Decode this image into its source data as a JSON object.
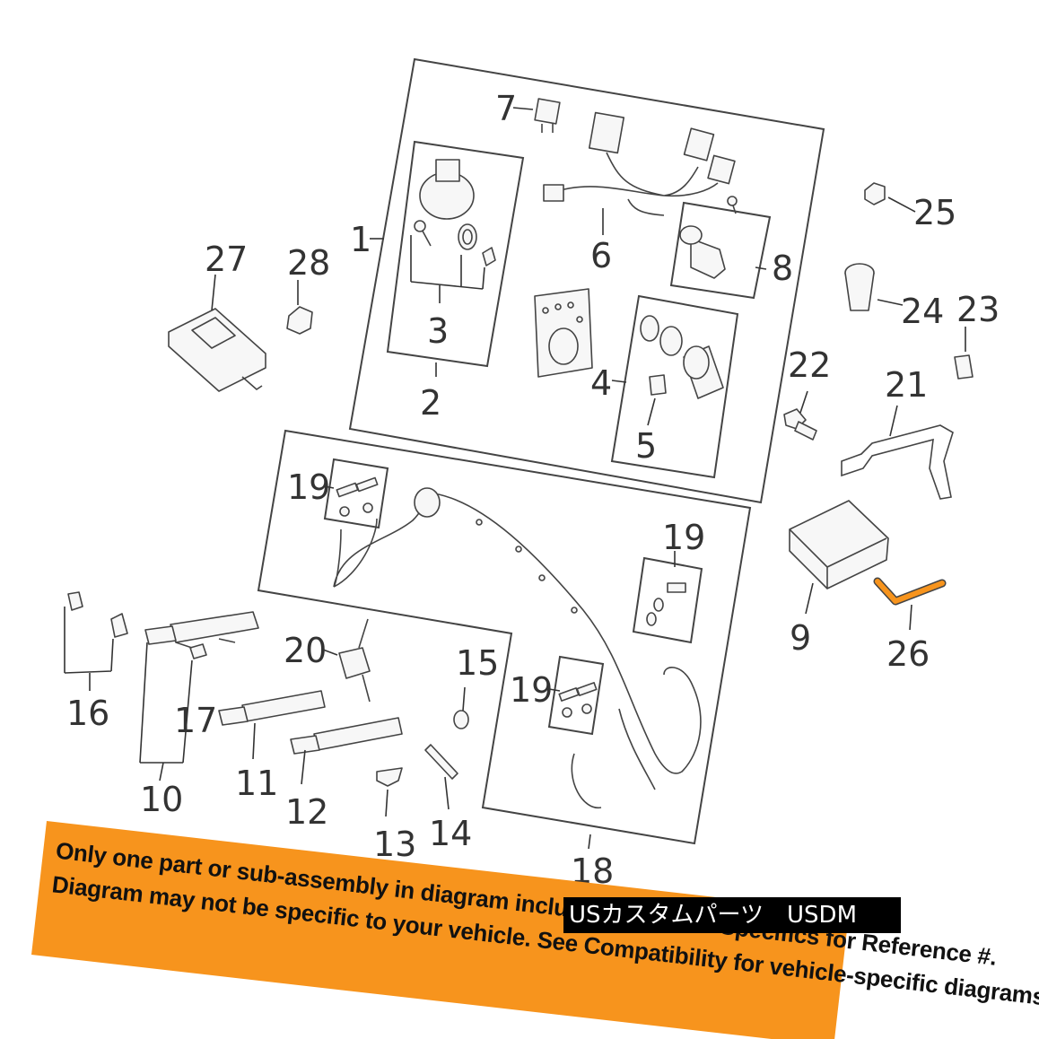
{
  "callouts": {
    "c1": "1",
    "c2": "2",
    "c3": "3",
    "c4": "4",
    "c5": "5",
    "c6": "6",
    "c7": "7",
    "c8": "8",
    "c9": "9",
    "c10": "10",
    "c11": "11",
    "c12": "12",
    "c13": "13",
    "c14": "14",
    "c15": "15",
    "c16": "16",
    "c17": "17",
    "c18": "18",
    "c19a": "19",
    "c19b": "19",
    "c19c": "19",
    "c20": "20",
    "c21": "21",
    "c22": "22",
    "c23": "23",
    "c24": "24",
    "c25": "25",
    "c26": "26",
    "c27": "27",
    "c28": "28"
  },
  "banner": {
    "line1": "Only one part or sub-assembly in diagram included. See Item Specifics for Reference #.",
    "line2": "Diagram may not be specific to your vehicle. See Compatibility for vehicle-specific diagrams."
  },
  "watermark": "USカスタムパーツ　USDM",
  "colors": {
    "highlight": "#f7941d",
    "ink": "#333333",
    "banner": "#f7941d",
    "watermark_bg": "#000000"
  }
}
